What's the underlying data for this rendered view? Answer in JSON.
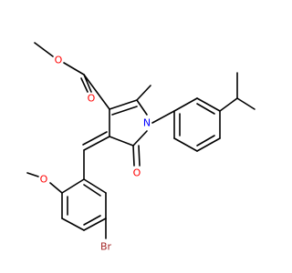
{
  "molecule": {
    "atoms": [
      {
        "id": "O1",
        "text": "O",
        "color": "#ff0000"
      },
      {
        "id": "O2",
        "text": "O",
        "color": "#ff0000"
      },
      {
        "id": "N",
        "text": "N",
        "color": "#0000ff"
      },
      {
        "id": "O3",
        "text": "O",
        "color": "#ff0000"
      },
      {
        "id": "O4",
        "text": "O",
        "color": "#ff0000"
      },
      {
        "id": "Br",
        "text": "Br",
        "color": "#a52a2a"
      }
    ]
  }
}
